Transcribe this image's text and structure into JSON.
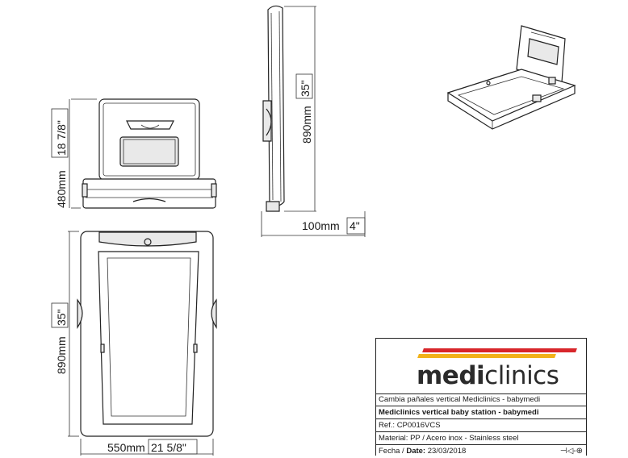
{
  "dimensions": {
    "side_height": "890mm",
    "side_height_in": "35\"",
    "depth": "100mm",
    "depth_in": "4\"",
    "folded_height": "480mm",
    "folded_height_in": "18 7/8\"",
    "open_height": "890mm",
    "open_height_in": "35\"",
    "width": "550mm",
    "width_in": "21 5/8\""
  },
  "title_block": {
    "logo_bold": "medi",
    "logo_light": "clinics",
    "logo_colors": {
      "red": "#d8262b",
      "yellow": "#f2b21a"
    },
    "desc_es": "Cambia pañales vertical Mediclinics - babymedi",
    "desc_en": "Mediclinics vertical baby station - babymedi",
    "ref": "Ref.: CP0016VCS",
    "material": "Material: PP / Acero inox - Stainless steel",
    "date_label_es": "Fecha / ",
    "date_label_en": "Date:",
    "date_value": " 23/03/2018",
    "projection_symbol": "⊣◁-⊕"
  }
}
